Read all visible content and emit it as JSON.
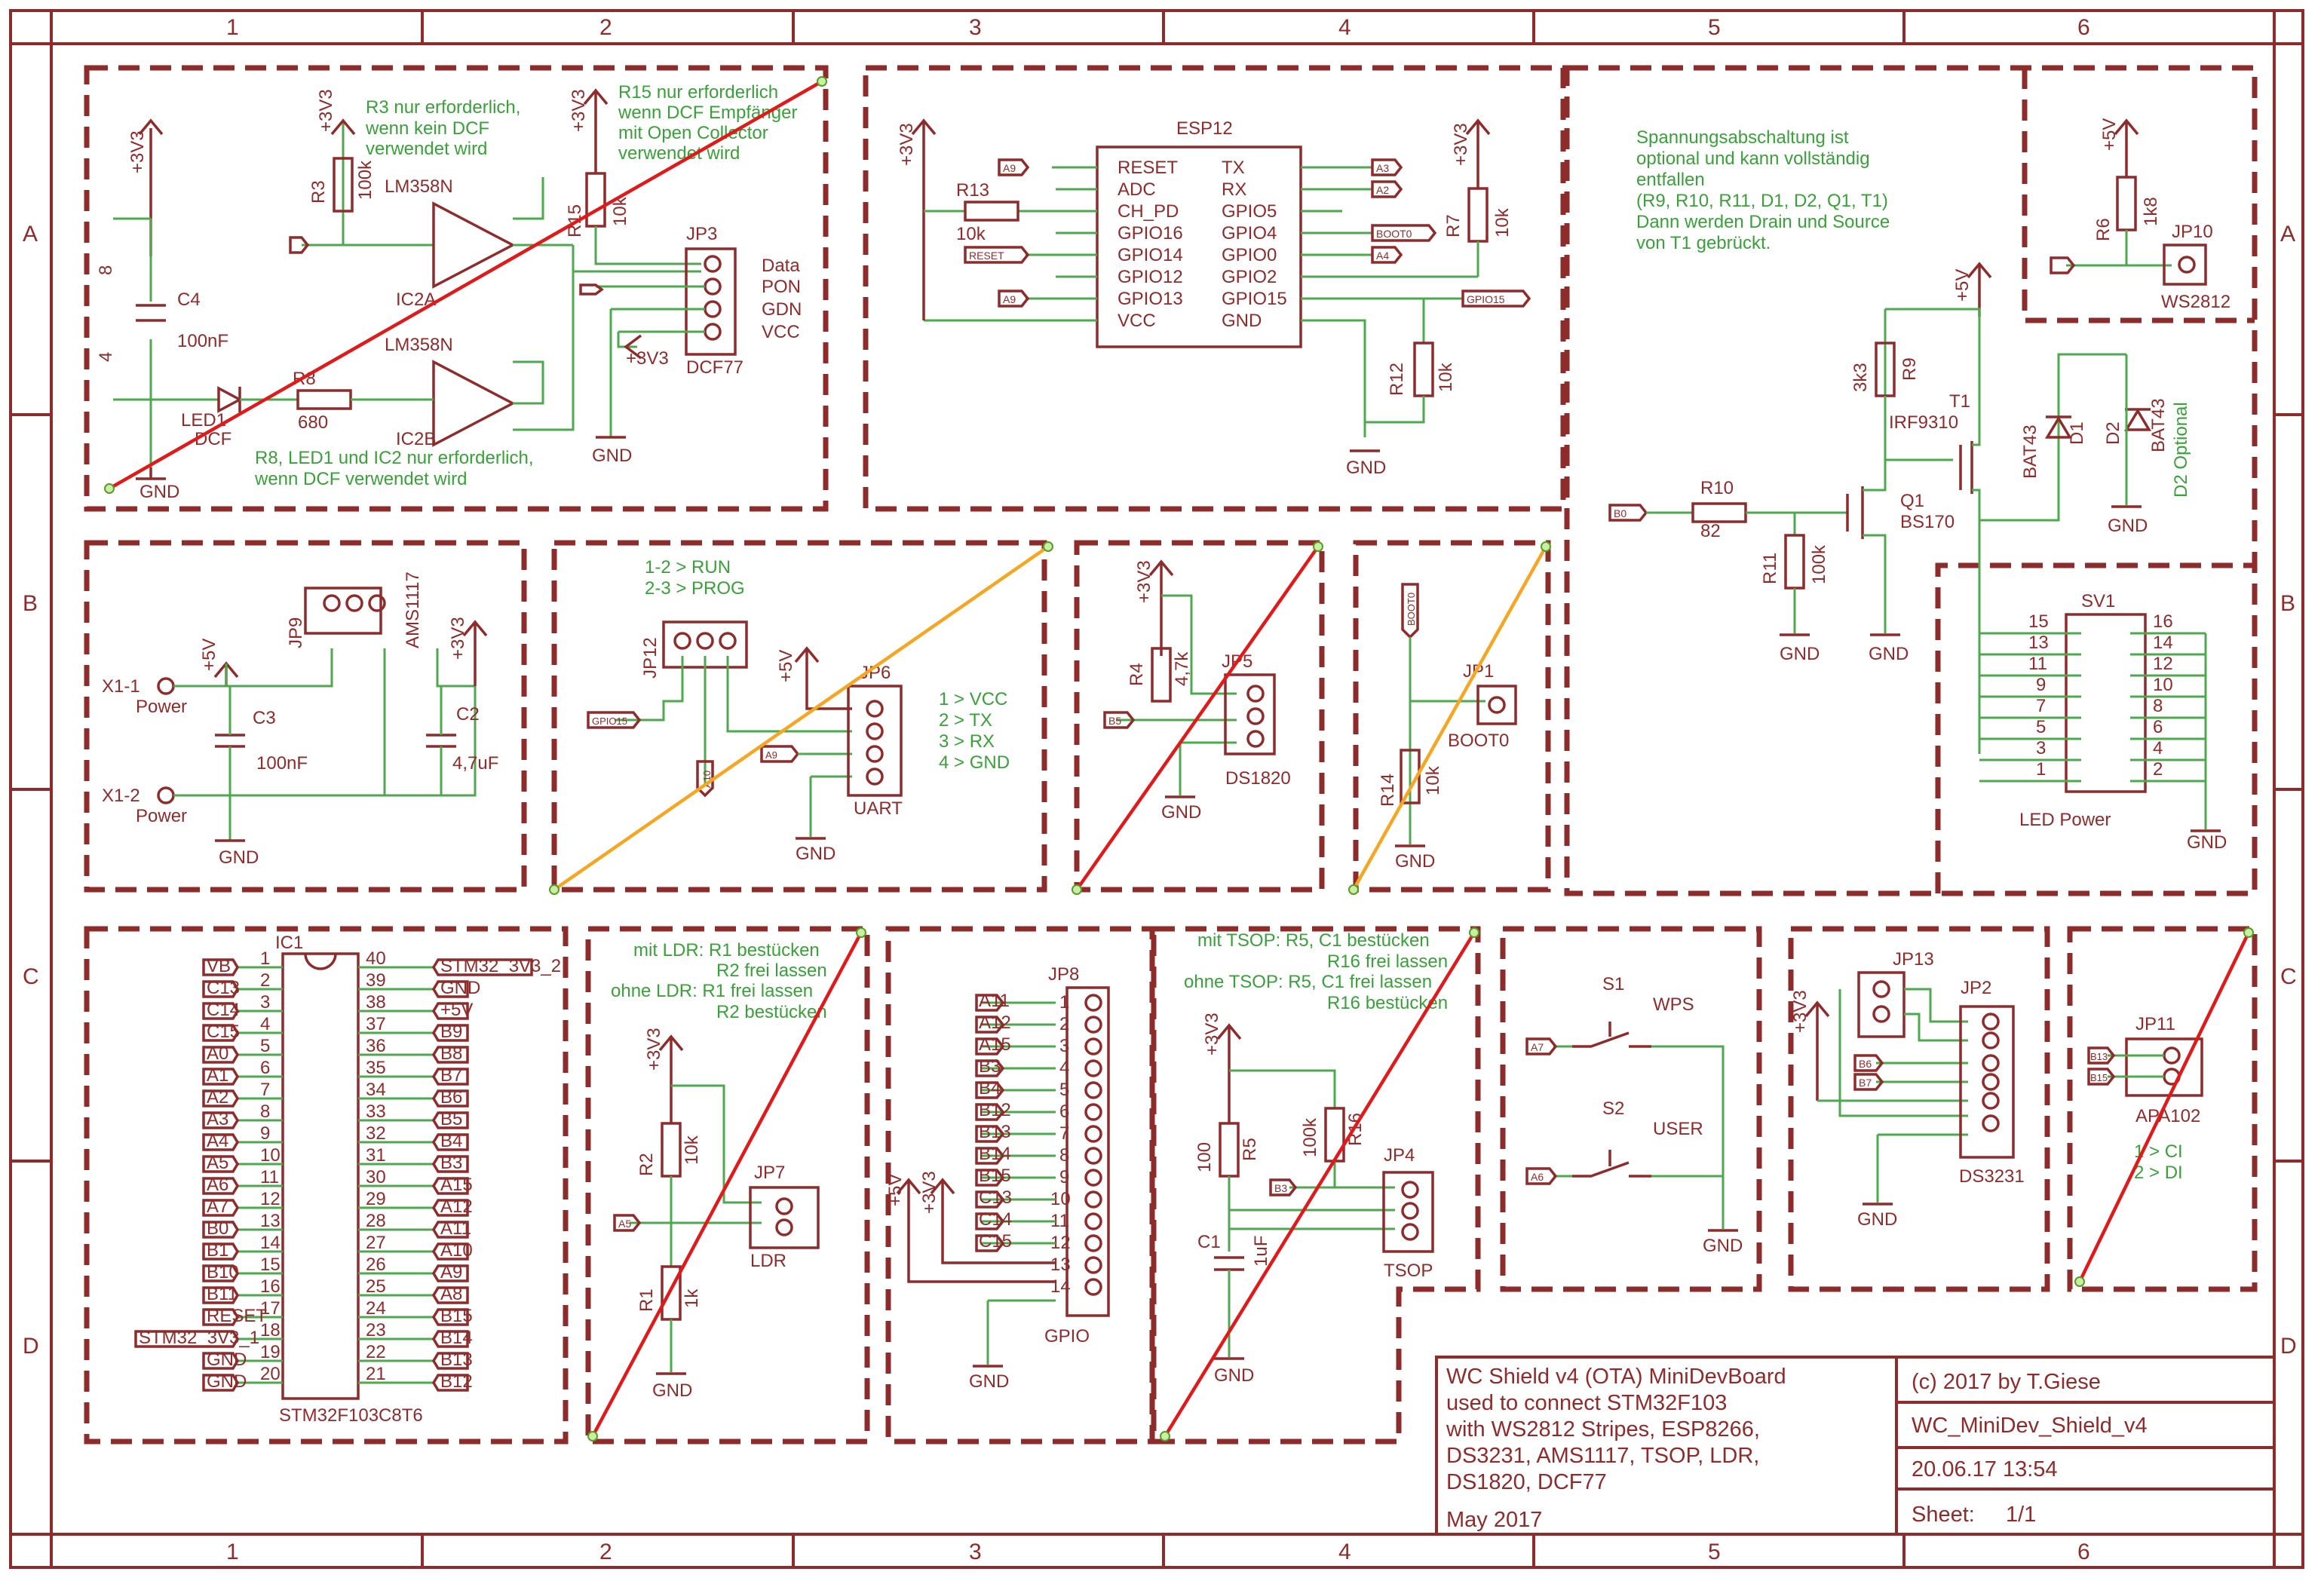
{
  "columns": [
    "1",
    "2",
    "3",
    "4",
    "5",
    "6"
  ],
  "rows": [
    "A",
    "B",
    "C",
    "D"
  ],
  "dcf": {
    "note_r3": [
      "R3 nur erforderlich,",
      "wenn kein DCF",
      "verwendet wird"
    ],
    "note_r15": [
      "R15 nur erforderlich",
      "wenn DCF Empfänger",
      "mit Open Collector",
      "verwendet wird"
    ],
    "note_r8": [
      "R8, LED1 und IC2 nur erforderlich,",
      "wenn DCF verwendet wird"
    ],
    "ic2a": "LM358N",
    "ic2a_ref": "IC2A",
    "ic2b": "LM358N",
    "ic2b_ref": "IC2B",
    "r3": "R3",
    "r3_val": "100k",
    "r15": "R15",
    "r15_val": "10k",
    "r8": "R8",
    "r8_val": "680",
    "c4": "C4",
    "c4_val": "100nF",
    "led": "LED1",
    "led2": "DCF",
    "jp3": "JP3",
    "jp3_pins": [
      "Data",
      "PON",
      "GDN",
      "VCC"
    ],
    "jp3_label": "DCF77",
    "vcc": "+3V3",
    "gnd": "GND",
    "pin8": "8",
    "pin4": "4"
  },
  "esp": {
    "title": "ESP12",
    "left_pins": [
      "RESET",
      "ADC",
      "CH_PD",
      "GPIO16",
      "GPIO14",
      "GPIO12",
      "GPIO13",
      "VCC"
    ],
    "right_pins": [
      "TX",
      "RX",
      "GPIO5",
      "GPIO4",
      "GPIO0",
      "GPIO2",
      "GPIO15",
      "GND"
    ],
    "r13": "R13",
    "r13_val": "10k",
    "r7": "R7",
    "r7_val": "10k",
    "r12": "R12",
    "r12_val": "10k",
    "tags": [
      "A9",
      "RESET",
      "A9",
      "A3",
      "A2",
      "BOOT0",
      "A4",
      "GPIO15"
    ],
    "vcc": "+3V3",
    "gnd": "GND"
  },
  "power": {
    "note": [
      "Spannungsabschaltung ist",
      "optional und kann vollständig",
      "entfallen",
      "(R9, R10, R11, D1, D2, Q1, T1)",
      "Dann werden Drain und Source",
      "von T1 gebrückt."
    ],
    "r9": "R9",
    "r9_val": "3k3",
    "r10": "R10",
    "r10_val": "82",
    "r11": "R11",
    "r11_val": "100k",
    "r6": "R6",
    "r6_val": "1k8",
    "t1": "T1",
    "t1_val": "IRF9310",
    "q1": "Q1",
    "q1_val": "BS170",
    "d1": "D1",
    "d2": "D2",
    "bat": "BAT43",
    "d2_opt": "D2 Optional",
    "jp10": "JP10",
    "jp10_label": "WS2812",
    "sv1": "SV1",
    "sv1_label": "LED Power",
    "sv1_left": [
      "15",
      "13",
      "11",
      "9",
      "7",
      "5",
      "3",
      "1"
    ],
    "sv1_right": [
      "16",
      "14",
      "12",
      "10",
      "8",
      "6",
      "4",
      "2"
    ],
    "p5v": "+5V",
    "gnd": "GND",
    "tag": "B0"
  },
  "ams": {
    "x11": "X1-1",
    "x12": "X1-2",
    "power": "Power",
    "jp9": "JP9",
    "reg": "AMS1117",
    "c3": "C3",
    "c3_val": "100nF",
    "c2": "C2",
    "c2_val": "4,7uF",
    "p5v": "+5V",
    "p3v3": "+3V3",
    "gnd": "GND"
  },
  "uart": {
    "note": [
      "1-2 > RUN",
      "2-3 > PROG"
    ],
    "jp12": "JP12",
    "jp6": "JP6",
    "legend": [
      "1 > VCC",
      "2 > TX",
      "3 > RX",
      "4 > GND"
    ],
    "label": "UART",
    "p5v": "+5V",
    "gnd": "GND",
    "tags": [
      "GPIO15",
      "A10",
      "A9"
    ]
  },
  "ds1820": {
    "r4": "R4",
    "r4_val": "4,7k",
    "jp5": "JP5",
    "label": "DS1820",
    "vcc": "+3V3",
    "gnd": "GND",
    "tag": "B5"
  },
  "boot": {
    "jp1": "JP1",
    "label": "BOOT0",
    "r14": "R14",
    "r14_val": "10k",
    "tag": "BOOT0",
    "gnd": "GND"
  },
  "mcu": {
    "ref": "IC1",
    "name": "STM32F103C8T6",
    "left_tags": [
      "VB",
      "C13",
      "C14",
      "C15",
      "A0",
      "A1",
      "A2",
      "A3",
      "A4",
      "A5",
      "A6",
      "A7",
      "B0",
      "B1",
      "B10",
      "B11",
      "RESET",
      "STM32_3V3_1",
      "GND",
      "GND"
    ],
    "left_nums": [
      "1",
      "2",
      "3",
      "4",
      "5",
      "6",
      "7",
      "8",
      "9",
      "10",
      "11",
      "12",
      "13",
      "14",
      "15",
      "16",
      "17",
      "18",
      "19",
      "20"
    ],
    "right_nums": [
      "40",
      "39",
      "38",
      "37",
      "36",
      "35",
      "34",
      "33",
      "32",
      "31",
      "30",
      "29",
      "28",
      "27",
      "26",
      "25",
      "24",
      "23",
      "22",
      "21"
    ],
    "right_tags": [
      "STM32_3V3_2",
      "GND",
      "+5V",
      "B9",
      "B8",
      "B7",
      "B6",
      "B5",
      "B4",
      "B3",
      "A15",
      "A12",
      "A11",
      "A10",
      "A9",
      "A8",
      "B15",
      "B14",
      "B13",
      "B12"
    ]
  },
  "ldr": {
    "note": [
      "mit LDR: R1 bestücken",
      "R2 frei lassen",
      "ohne LDR: R1 frei lassen",
      "R2 bestücken"
    ],
    "r2": "R2",
    "r2_val": "10k",
    "r1": "R1",
    "r1_val": "1k",
    "jp7": "JP7",
    "label": "LDR",
    "vcc": "+3V3",
    "gnd": "GND",
    "tag": "A5"
  },
  "gpio": {
    "jp8": "JP8",
    "label": "GPIO",
    "tags": [
      "A11",
      "A12",
      "A15",
      "B3",
      "B4",
      "B12",
      "B13",
      "B14",
      "B15",
      "C13",
      "C14",
      "C15"
    ],
    "pins": [
      "1",
      "2",
      "3",
      "4",
      "5",
      "6",
      "7",
      "8",
      "9",
      "10",
      "11",
      "12",
      "13",
      "14"
    ],
    "p5v": "+5V",
    "p3v3": "+3V3",
    "gnd": "GND"
  },
  "tsop": {
    "note": [
      "mit TSOP: R5, C1 bestücken",
      "R16 frei lassen",
      "ohne TSOP: R5, C1 frei lassen",
      "R16 bestücken"
    ],
    "r5": "R5",
    "r5_val": "100",
    "r16": "R16",
    "r16_val": "100k",
    "c1": "C1",
    "c1_val": "1uF",
    "jp4": "JP4",
    "label": "TSOP",
    "vcc": "+3V3",
    "gnd": "GND",
    "tag": "B3"
  },
  "switches": {
    "s1": "S1",
    "s1_label": "WPS",
    "s2": "S2",
    "s2_label": "USER",
    "gnd": "GND",
    "tags": [
      "A7",
      "A6"
    ]
  },
  "rtc": {
    "jp13": "JP13",
    "jp2": "JP2",
    "label": "DS3231",
    "vcc": "+3V3",
    "gnd": "GND",
    "tags": [
      "B6",
      "B7"
    ]
  },
  "apa": {
    "jp11": "JP11",
    "label": "APA102",
    "legend": [
      "1 > CI",
      "2 > DI"
    ],
    "tags": [
      "B13",
      "B15"
    ]
  },
  "titleblock": {
    "desc": [
      "WC Shield v4 (OTA) MiniDevBoard",
      "used to connect STM32F103",
      "with WS2812 Stripes, ESP8266,",
      "DS3231, AMS1117, TSOP, LDR,",
      "DS1820, DCF77",
      "May 2017"
    ],
    "copyright": "(c) 2017 by T.Giese",
    "file": "WC_MiniDev_Shield_v4",
    "date": "20.06.17 13:54",
    "sheet_label": "Sheet:",
    "sheet_val": "1/1"
  }
}
